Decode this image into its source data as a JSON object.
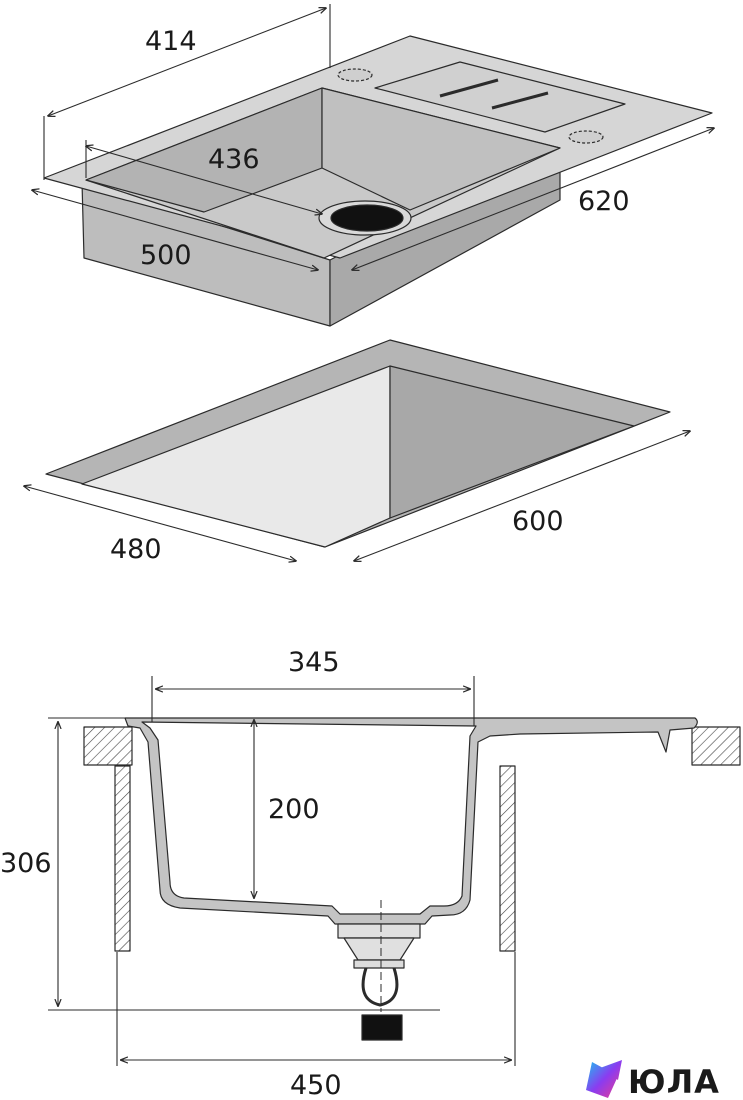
{
  "colors": {
    "line": "#2b2b2b",
    "sink_gray": "#bfbfbf",
    "cutout_gray": "#b3b3b3",
    "cutout_light": "#e8e8e8",
    "section_gray": "#c4c4c4",
    "drain_black": "#111111"
  },
  "top_view": {
    "dimensions": {
      "length_back": "414",
      "bowl_width": "436",
      "front_width": "500",
      "side_depth": "620"
    }
  },
  "cutout_view": {
    "dimensions": {
      "width": "480",
      "depth": "600"
    }
  },
  "section_view": {
    "dimensions": {
      "inner_width": "345",
      "bowl_depth": "200",
      "total_height": "306",
      "cabinet_width": "450"
    }
  },
  "logo": {
    "text": "ЮЛА",
    "icon": "yula-logo-icon"
  }
}
